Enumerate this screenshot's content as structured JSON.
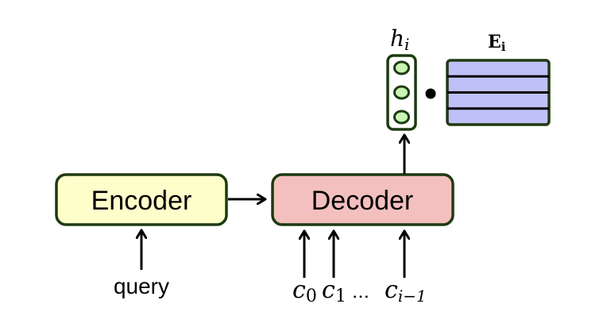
{
  "diagram": {
    "colors": {
      "outline": "#1e3a12",
      "encoder_fill": "#fefecb",
      "decoder_fill": "#f4c0bf",
      "vector_fill": "#ffffff",
      "vector_cell_fill": "#c8f5b6",
      "matrix_fill": "#c0c0f8",
      "arrow": "#000000"
    },
    "encoder": {
      "label": "Encoder",
      "input_label": "query"
    },
    "decoder": {
      "label": "Decoder",
      "inputs": [
        {
          "base": "c",
          "subscript": "0"
        },
        {
          "base": "c",
          "subscript": "1"
        },
        {
          "base": "c",
          "subscript": "i−1"
        }
      ],
      "ellipsis": "…"
    },
    "hidden_state": {
      "base": "h",
      "subscript": "i",
      "cells": 3
    },
    "operator": "dot-product",
    "embedding_matrix": {
      "base": "E",
      "subscript": "i",
      "rows": 4
    },
    "edges": [
      {
        "from": "query",
        "to": "encoder"
      },
      {
        "from": "encoder",
        "to": "decoder"
      },
      {
        "from": "decoder",
        "to": "hidden_state"
      },
      {
        "from": "c0",
        "to": "decoder"
      },
      {
        "from": "c1",
        "to": "decoder"
      },
      {
        "from": "ci-1",
        "to": "decoder"
      }
    ]
  }
}
